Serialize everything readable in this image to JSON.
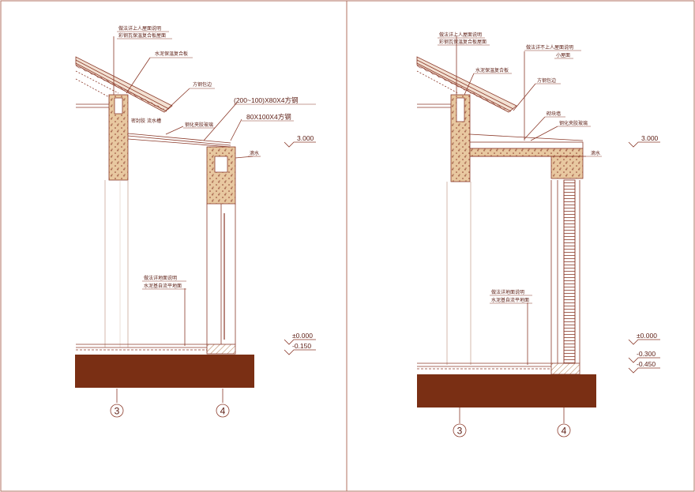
{
  "left_panel": {
    "notes": {
      "roof_spec_1": "做法详上人屋面说明",
      "roof_spec_2": "彩钢瓦保温复合板屋面",
      "cement_panel": "水泥保温复合板",
      "steel_wrap": "方钢包边",
      "steel_beam": "(200~100)X80X4方钢",
      "steel_tube": "80X100X4方钢",
      "sealant": "密封胶",
      "gutter": "流水槽",
      "glass": "钢化夹胶玻璃",
      "drip": "滴水",
      "floor_spec_1": "做法详地面说明",
      "floor_spec_2": "水泥基自流平地面"
    },
    "levels": {
      "roof": "3.000",
      "floor": "±0.000",
      "ground": "-0.150"
    },
    "axes": {
      "a": "3",
      "b": "4"
    }
  },
  "right_panel": {
    "notes": {
      "roof_spec_1": "做法详上人屋面说明",
      "roof_spec_2": "彩钢瓦保温复合板屋面",
      "roof_spec_3": "做法详不上人屋面说明",
      "roof_spec_4": "小屋面",
      "cement_panel": "水泥保温复合板",
      "steel_wrap": "方钢包边",
      "parapet": "砌块墙",
      "glass": "钢化夹胶玻璃",
      "drip": "滴水",
      "floor_spec_1": "做法详地面说明",
      "floor_spec_2": "水泥基自流平地面"
    },
    "levels": {
      "roof": "3.000",
      "floor": "±0.000",
      "l2": "-0.300",
      "l3": "-0.450"
    },
    "axes": {
      "a": "3",
      "b": "4"
    }
  },
  "colors": {
    "line": "#8b3a2a",
    "ground": "#7a2f14",
    "hatch": "#c48a5a",
    "grid": "#d9c3b8"
  }
}
